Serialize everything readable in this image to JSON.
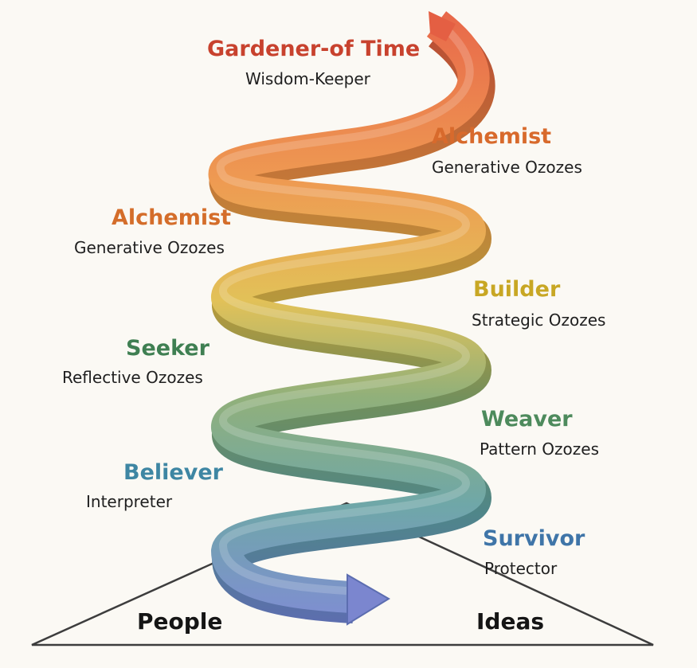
{
  "stages": [
    {
      "title": "Gardener-of Time",
      "subtitle": "Wisdom-Keeper",
      "color": "#c8422e"
    },
    {
      "title": "Alchemist",
      "subtitle": "Generative Ozozes",
      "color": "#d86a2c"
    },
    {
      "title": "Alchemist",
      "subtitle": "Generative Ozozes",
      "color": "#d46d2a"
    },
    {
      "title": "Builder",
      "subtitle": "Strategic Ozozes",
      "color": "#c8a724"
    },
    {
      "title": "Seeker",
      "subtitle": "Reflective Ozozes",
      "color": "#3f7f52"
    },
    {
      "title": "Weaver",
      "subtitle": "Pattern Ozozes",
      "color": "#4d8a5c"
    },
    {
      "title": "Believer",
      "subtitle": "Interpreter",
      "color": "#3e86a3"
    },
    {
      "title": "Survivor",
      "subtitle": "Protector",
      "color": "#3f75a8"
    }
  ],
  "base": {
    "left_label": "People",
    "right_label": "Ideas"
  },
  "spiral_colors": {
    "top": "#e8684a",
    "orange": "#ee9a52",
    "yellow": "#e2c158",
    "green": "#91b07a",
    "teal": "#6fa7a8",
    "bottom": "#7e8fd0"
  }
}
